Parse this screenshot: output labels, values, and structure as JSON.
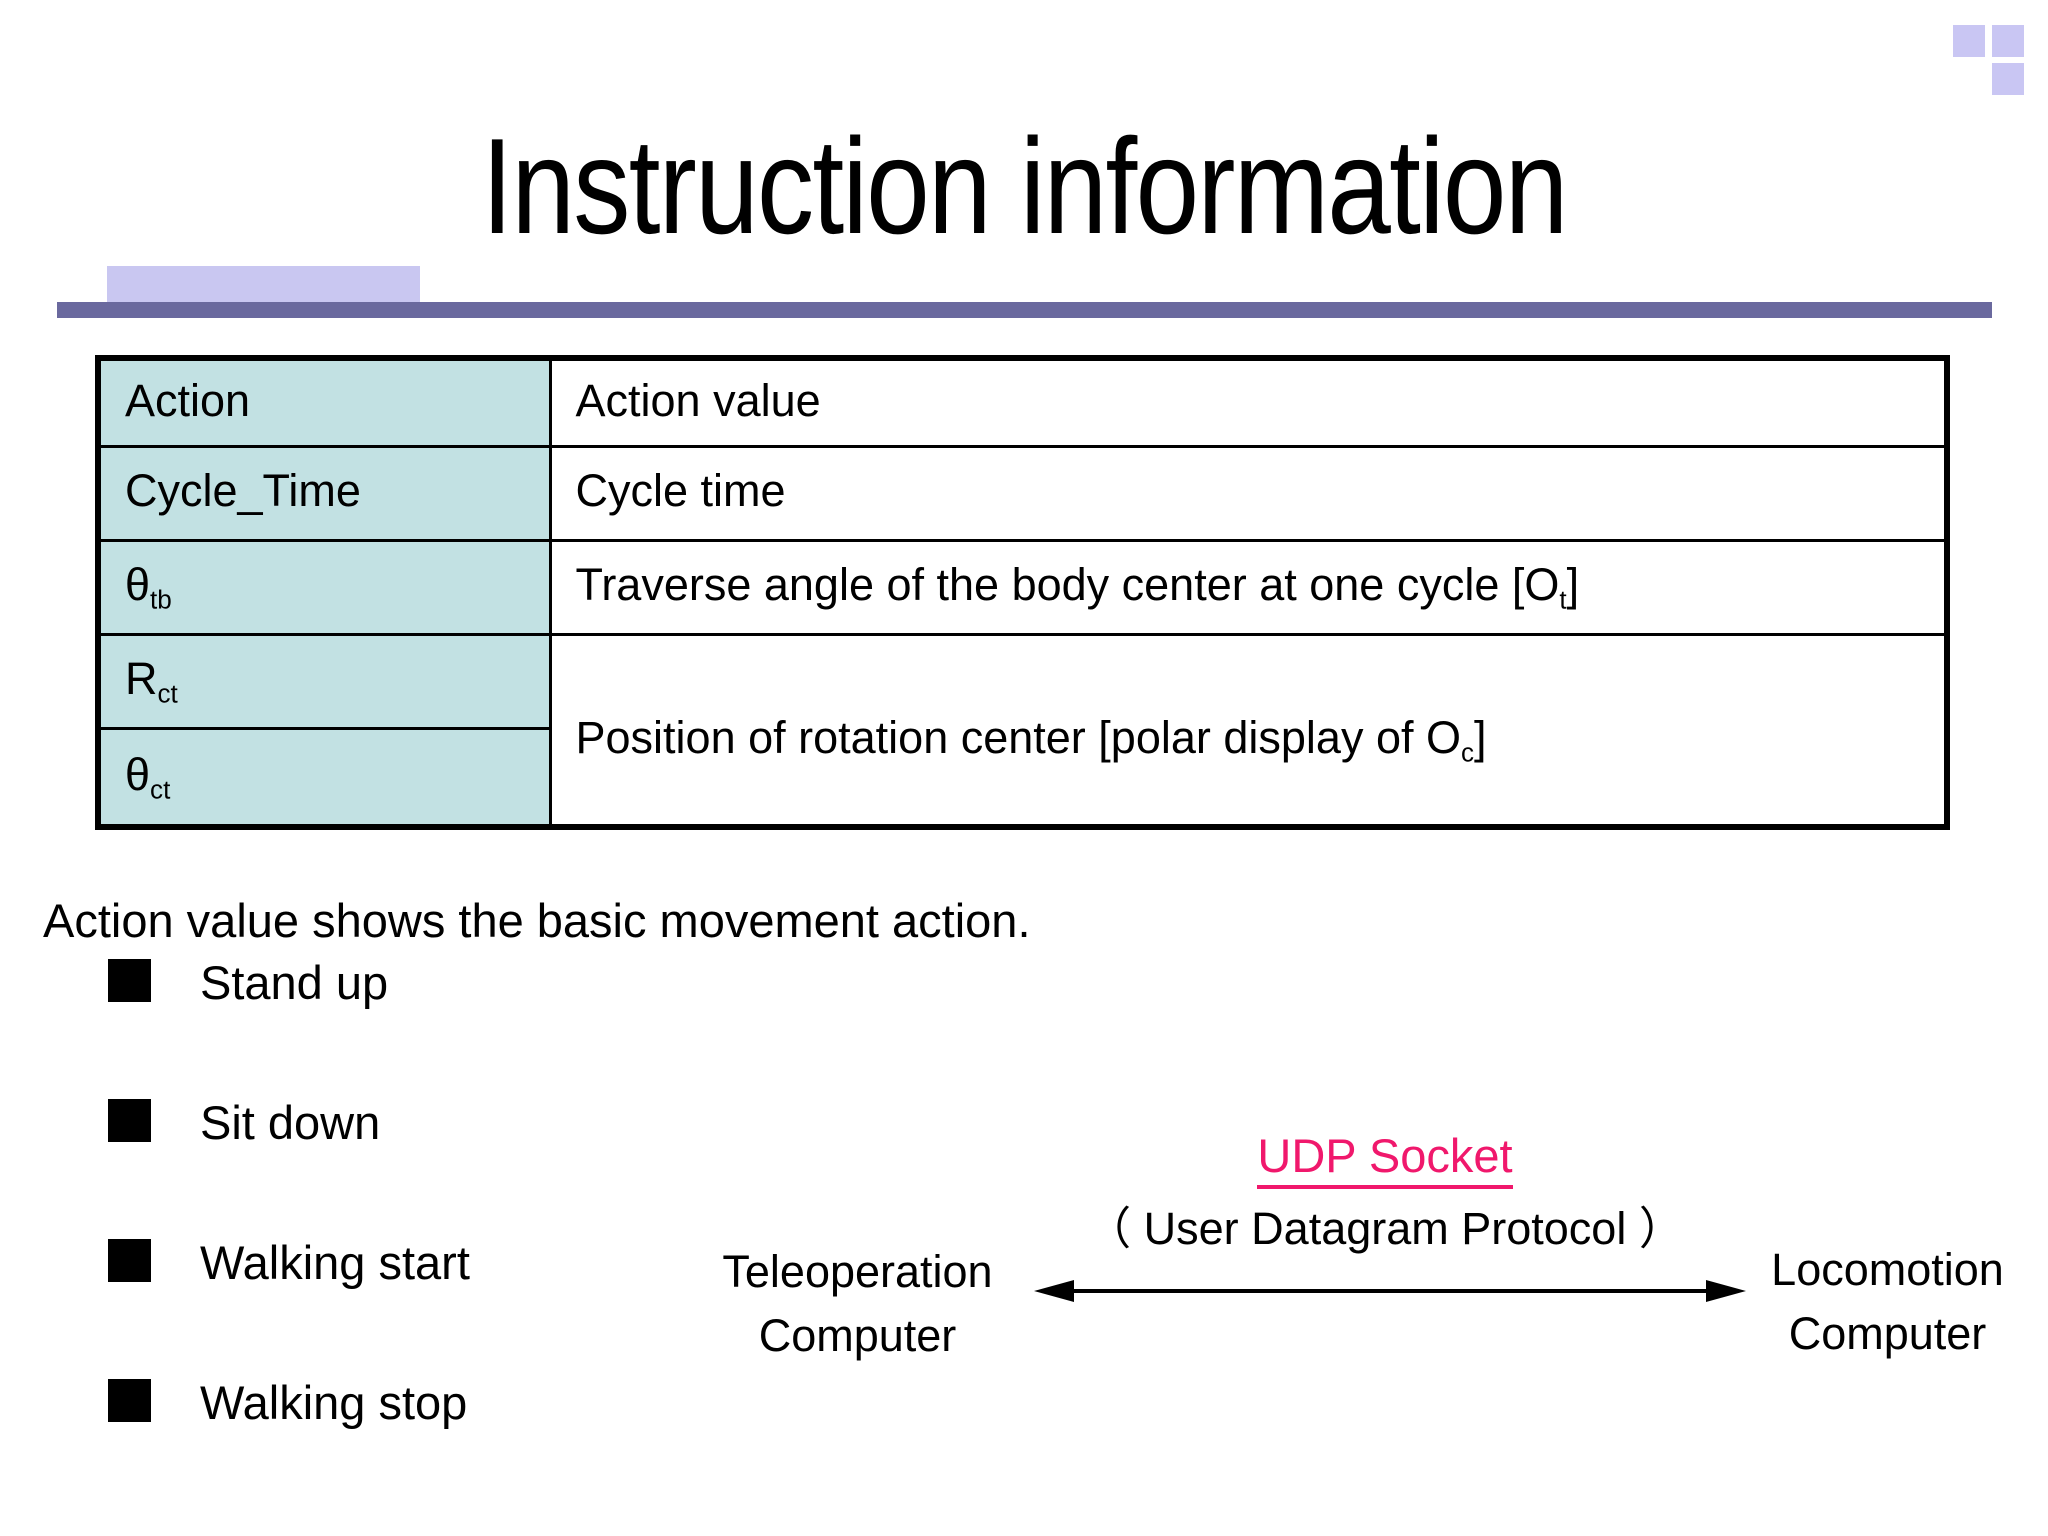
{
  "slide": {
    "title": "Instruction information",
    "table": {
      "rows": [
        {
          "param_base": "Action",
          "param_sub": "",
          "desc_prefix": "Action value",
          "desc_sub": "",
          "desc_suffix": ""
        },
        {
          "param_base": "Cycle_Time",
          "param_sub": "",
          "desc_prefix": "Cycle time",
          "desc_sub": "",
          "desc_suffix": ""
        },
        {
          "param_base": "θ",
          "param_sub": "tb",
          "desc_prefix": "Traverse angle of the body center at one cycle [O",
          "desc_sub": "t",
          "desc_suffix": "]"
        },
        {
          "param_base": "R",
          "param_sub": "ct",
          "desc_prefix": "Position of rotation center [polar display of O",
          "desc_sub": "c",
          "desc_suffix": "]"
        },
        {
          "param_base": "θ",
          "param_sub": "ct"
        }
      ]
    },
    "body_text": "Action value shows the basic movement action.",
    "bullets": [
      "Stand up",
      "Sit down",
      "Walking start",
      "Walking stop"
    ],
    "diagram": {
      "socket_label": "UDP Socket",
      "protocol_label": "（ User Datagram Protocol ）",
      "left_node_line1": "Teleoperation",
      "left_node_line2": "Computer",
      "right_node_line1": "Locomotion",
      "right_node_line2": "Computer"
    },
    "colors": {
      "accent_pink": "#f0186c",
      "divider_purple": "#6a699e",
      "accent_lavender": "#c9c7f1",
      "table_header_teal": "#c2e1e3",
      "text_black": "#000000"
    }
  }
}
